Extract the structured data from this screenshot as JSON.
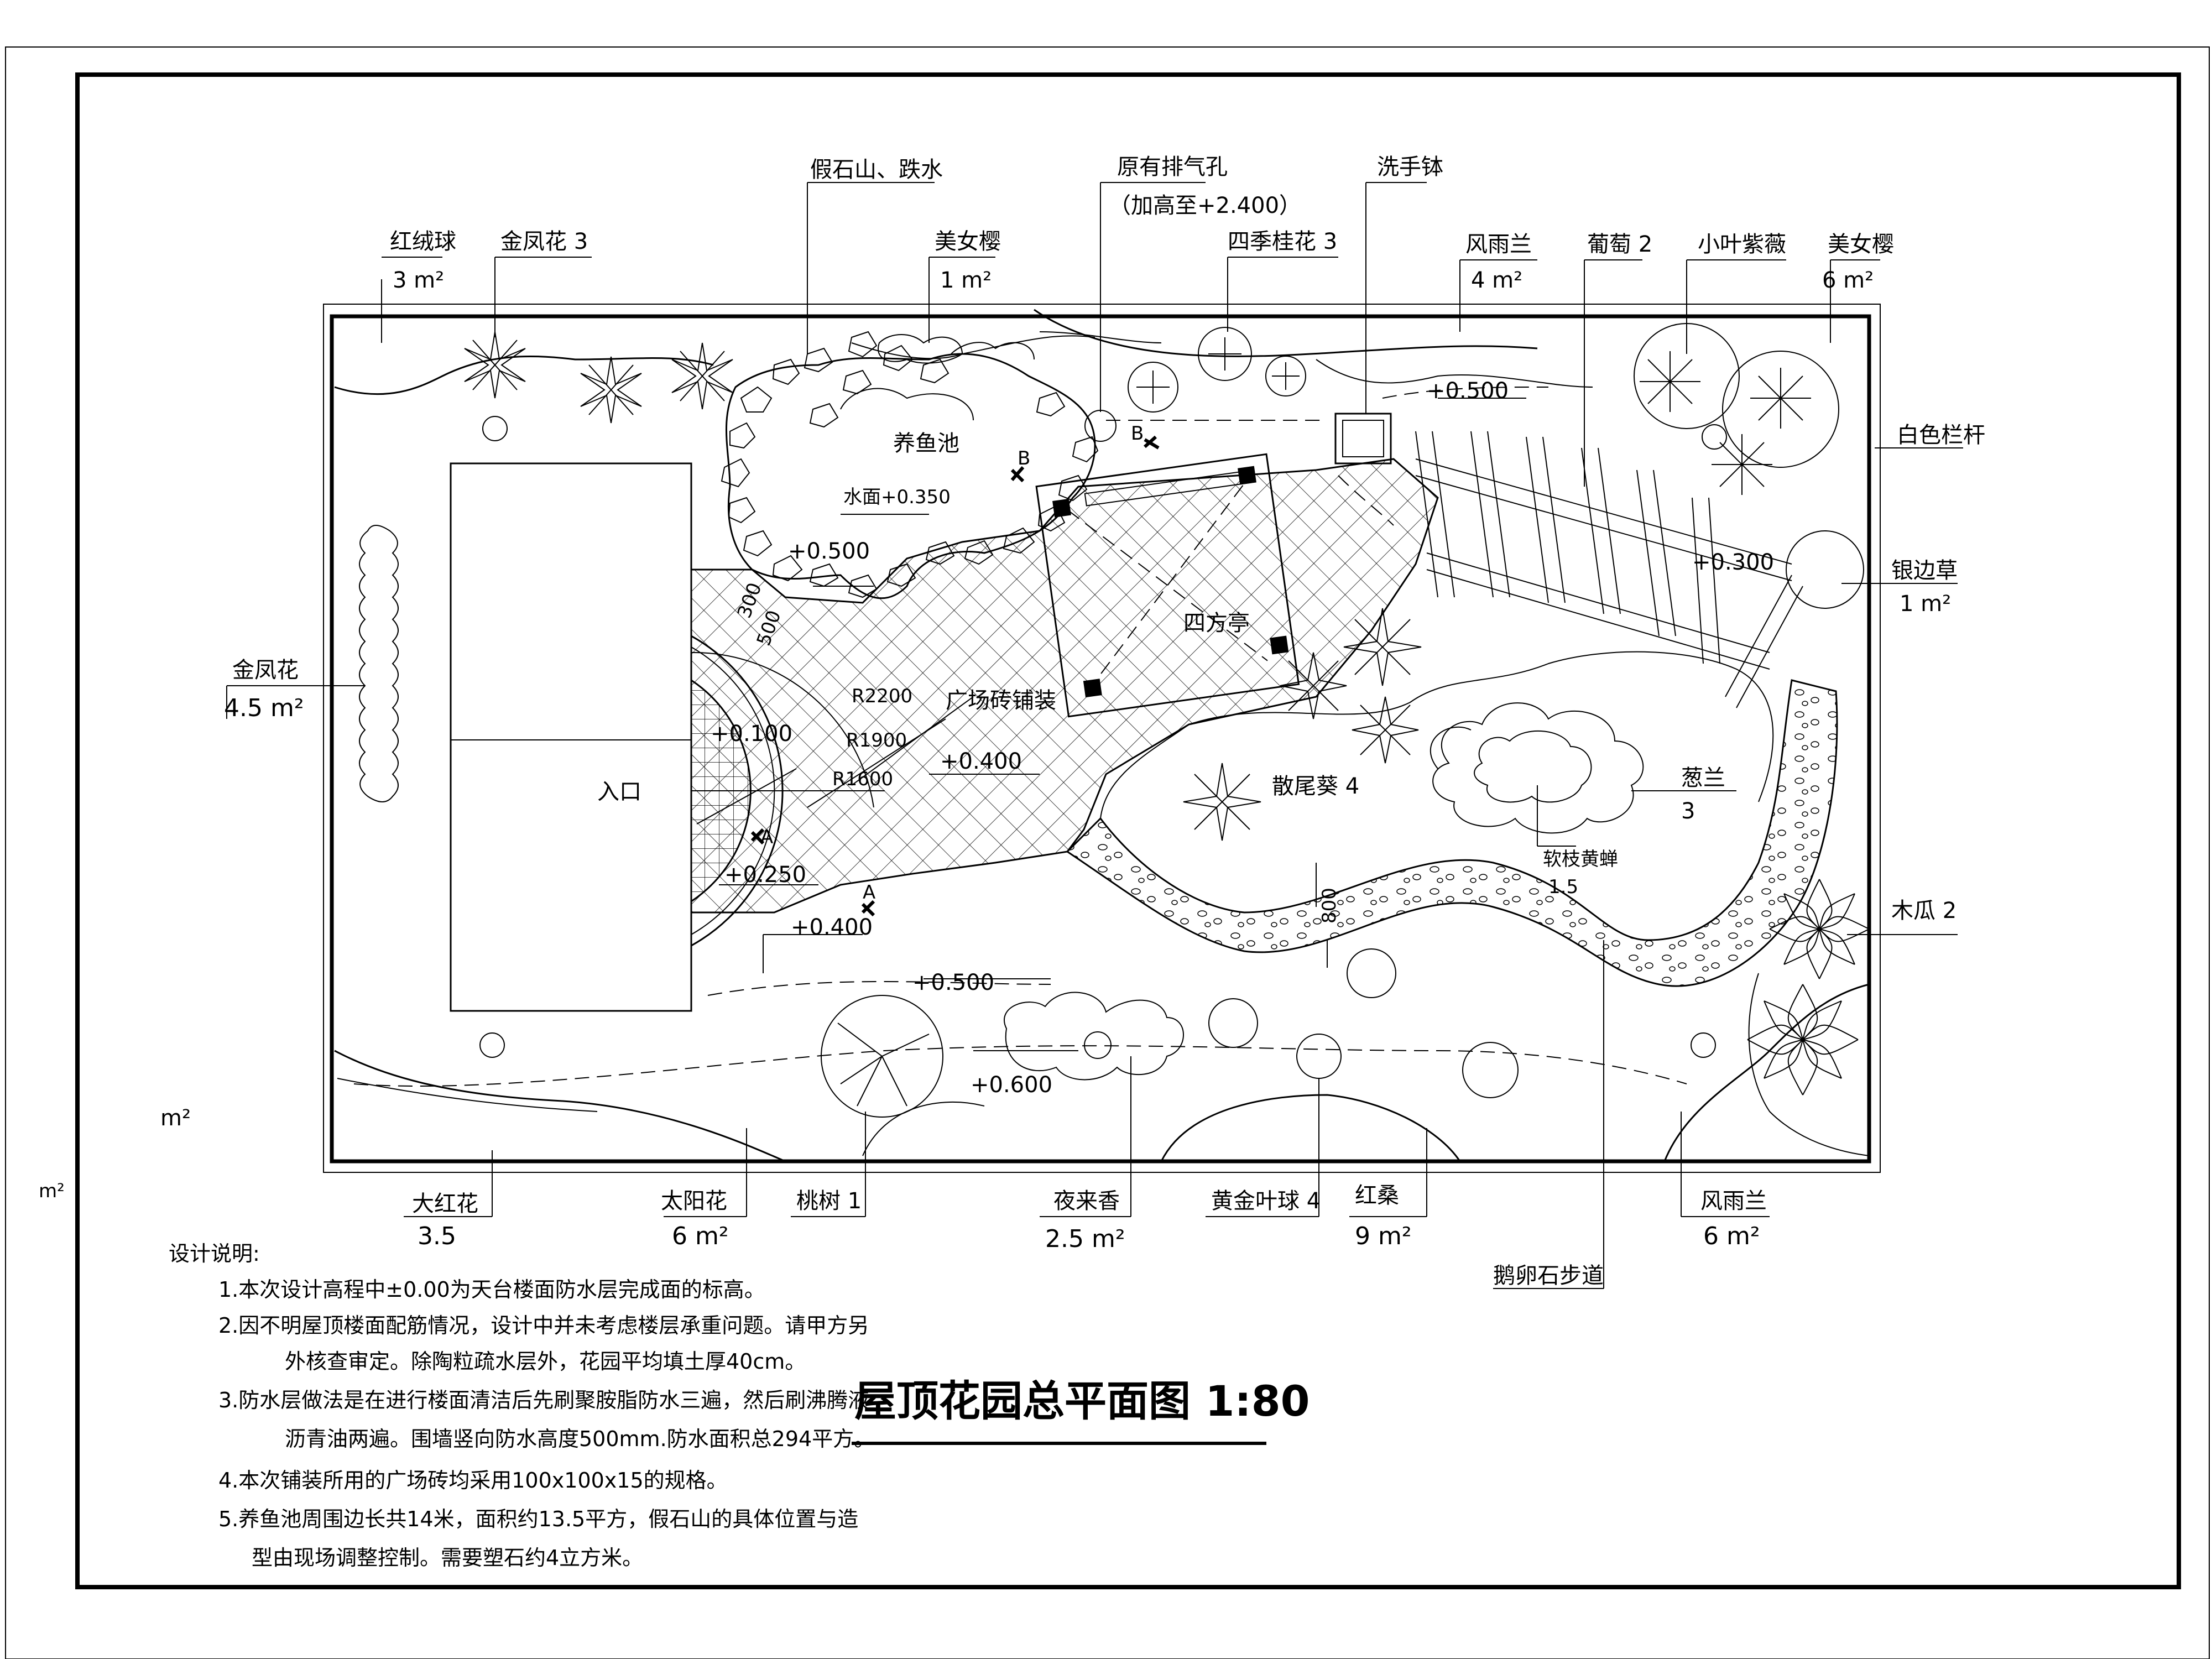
{
  "title": "屋顶花园总平面图 1:80",
  "plants": {
    "hongrongqiu": {
      "name": "红绒球",
      "qty": "3 m²"
    },
    "jinfenghua_top": {
      "name": "金凤花 3"
    },
    "jiashishan": {
      "name": "假石山、跌水"
    },
    "meinvying_top": {
      "name": "美女樱",
      "qty": "1 m²"
    },
    "paiqikong": {
      "name": "原有排气孔",
      "sub": "（加高至+2.400）"
    },
    "sijiguihua": {
      "name": "四季桂花 3"
    },
    "xishoubo": {
      "name": "洗手钵"
    },
    "fengyulan_top": {
      "name": "风雨兰",
      "qty": "4 m²"
    },
    "putao": {
      "name": "葡萄 2"
    },
    "xiaoyeziwei": {
      "name": "小叶紫薇"
    },
    "meinvying_right": {
      "name": "美女樱",
      "qty": "6 m²"
    },
    "baiselangan": {
      "name": "白色栏杆"
    },
    "yinbiancao": {
      "name": "银边草",
      "qty": "1 m²"
    },
    "mugua": {
      "name": "木瓜 2"
    },
    "jinfenghua_left": {
      "name": "金凤花",
      "qty": "4.5 m²"
    },
    "dahonghua": {
      "name": "大红花",
      "qty": "3.5"
    },
    "taiyanghua": {
      "name": "太阳花",
      "qty": "6 m²"
    },
    "taoshu": {
      "name": "桃树 1"
    },
    "yelaixiang": {
      "name": "夜来香",
      "qty": "2.5 m²"
    },
    "huangjinyeqiu": {
      "name": "黄金叶球 4"
    },
    "hongsang": {
      "name": "红桑",
      "qty": "9 m²"
    },
    "fengyulan_bottom": {
      "name": "风雨兰",
      "qty": "6 m²"
    },
    "eluanshi": {
      "name": "鹅卵石步道"
    },
    "sanweikui": {
      "name": "散尾葵 4"
    },
    "conglan": {
      "name": "葱兰",
      "qty": "3"
    },
    "ruanzhi": {
      "name": "软枝黄蝉",
      "qty": "1.5"
    }
  },
  "features": {
    "yangyuchi": "养鱼池",
    "sifangting": "四方亭",
    "guangchang": "广场砖铺装",
    "rukou": "入口",
    "m2_left": "m²",
    "m2_edge": "m²"
  },
  "elevations": {
    "e0500_top": "+0.500",
    "shuimian": "水面+0.350",
    "e0500_pool": "+0.500",
    "e0300": "+0.300",
    "e0100": "+0.100",
    "e0400_mid": "+0.400",
    "e0250": "+0.250",
    "e0400_low": "+0.400",
    "e0500_bottom": "+0.500",
    "e0600": "+0.600"
  },
  "dimensions": {
    "d300": "300",
    "d500": "500",
    "r2200": "R2200",
    "r1900": "R1900",
    "r1600": "R1600",
    "d800": "800"
  },
  "sections": {
    "a": "A",
    "b": "B"
  },
  "notes": {
    "heading": "设计说明:",
    "n1": "1.本次设计高程中±0.00为天台楼面防水层完成面的标高。",
    "n2a": "2.因不明屋顶楼面配筋情况，设计中并未考虑楼层承重问题。请甲方另",
    "n2b": "外核查审定。除陶粒疏水层外，花园平均填土厚40cm。",
    "n3a": "3.防水层做法是在进行楼面清洁后先刷聚胺脂防水三遍，然后刷沸腾液",
    "n3b": "沥青油两遍。围墙竖向防水高度500mm.防水面积总294平方。",
    "n4": "4.本次铺装所用的广场砖均采用100x100x15的规格。",
    "n5a": "5.养鱼池周围边长共14米，面积约13.5平方，假石山的具体位置与造",
    "n5b": "型由现场调整控制。需要塑石约4立方米。"
  }
}
